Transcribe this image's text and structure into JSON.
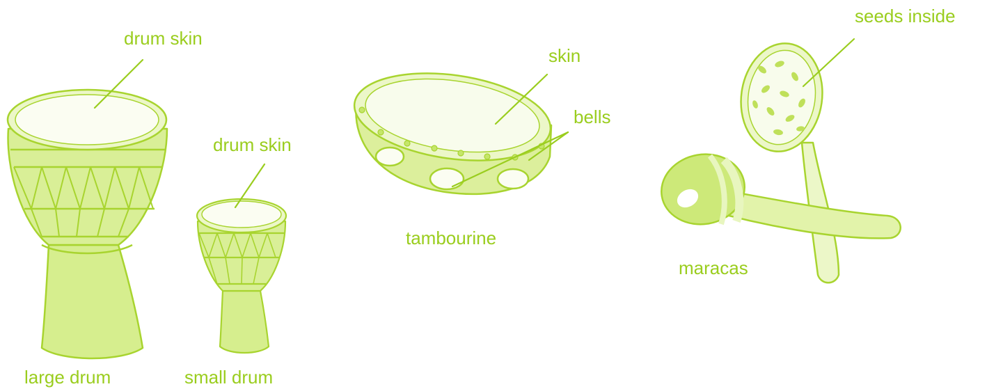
{
  "colors": {
    "accent": "#9acd1e",
    "fill": "#d9ef97",
    "fill_light": "#ecf7c8",
    "stroke": "#a8d42f"
  },
  "instruments": [
    {
      "name": "large drum",
      "parts": [
        "drum skin"
      ]
    },
    {
      "name": "small drum",
      "parts": [
        "drum skin"
      ]
    },
    {
      "name": "tambourine",
      "parts": [
        "skin",
        "bells"
      ]
    },
    {
      "name": "maracas",
      "parts": [
        "seeds inside"
      ]
    }
  ]
}
